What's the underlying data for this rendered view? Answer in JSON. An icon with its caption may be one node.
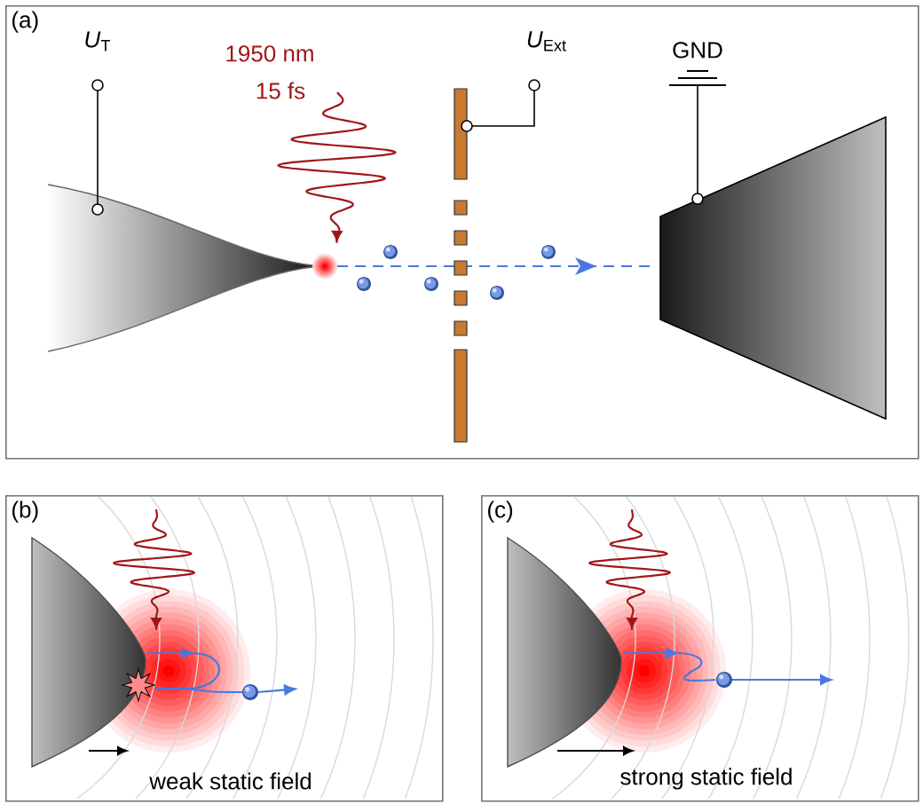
{
  "diagram": {
    "nodes": [
      {
        "text": [
          "(a)"
        ]
      },
      {
        "text": [
          "(b)"
        ]
      },
      {
        "text": [
          "(c)"
        ]
      }
    ],
    "labels": [
      "*U*$_{T}$",
      "1950 nm",
      "15 fs",
      "*U*$_{Ext}$",
      "GND",
      "weak static field",
      "strong static field"
    ]
  }
}
